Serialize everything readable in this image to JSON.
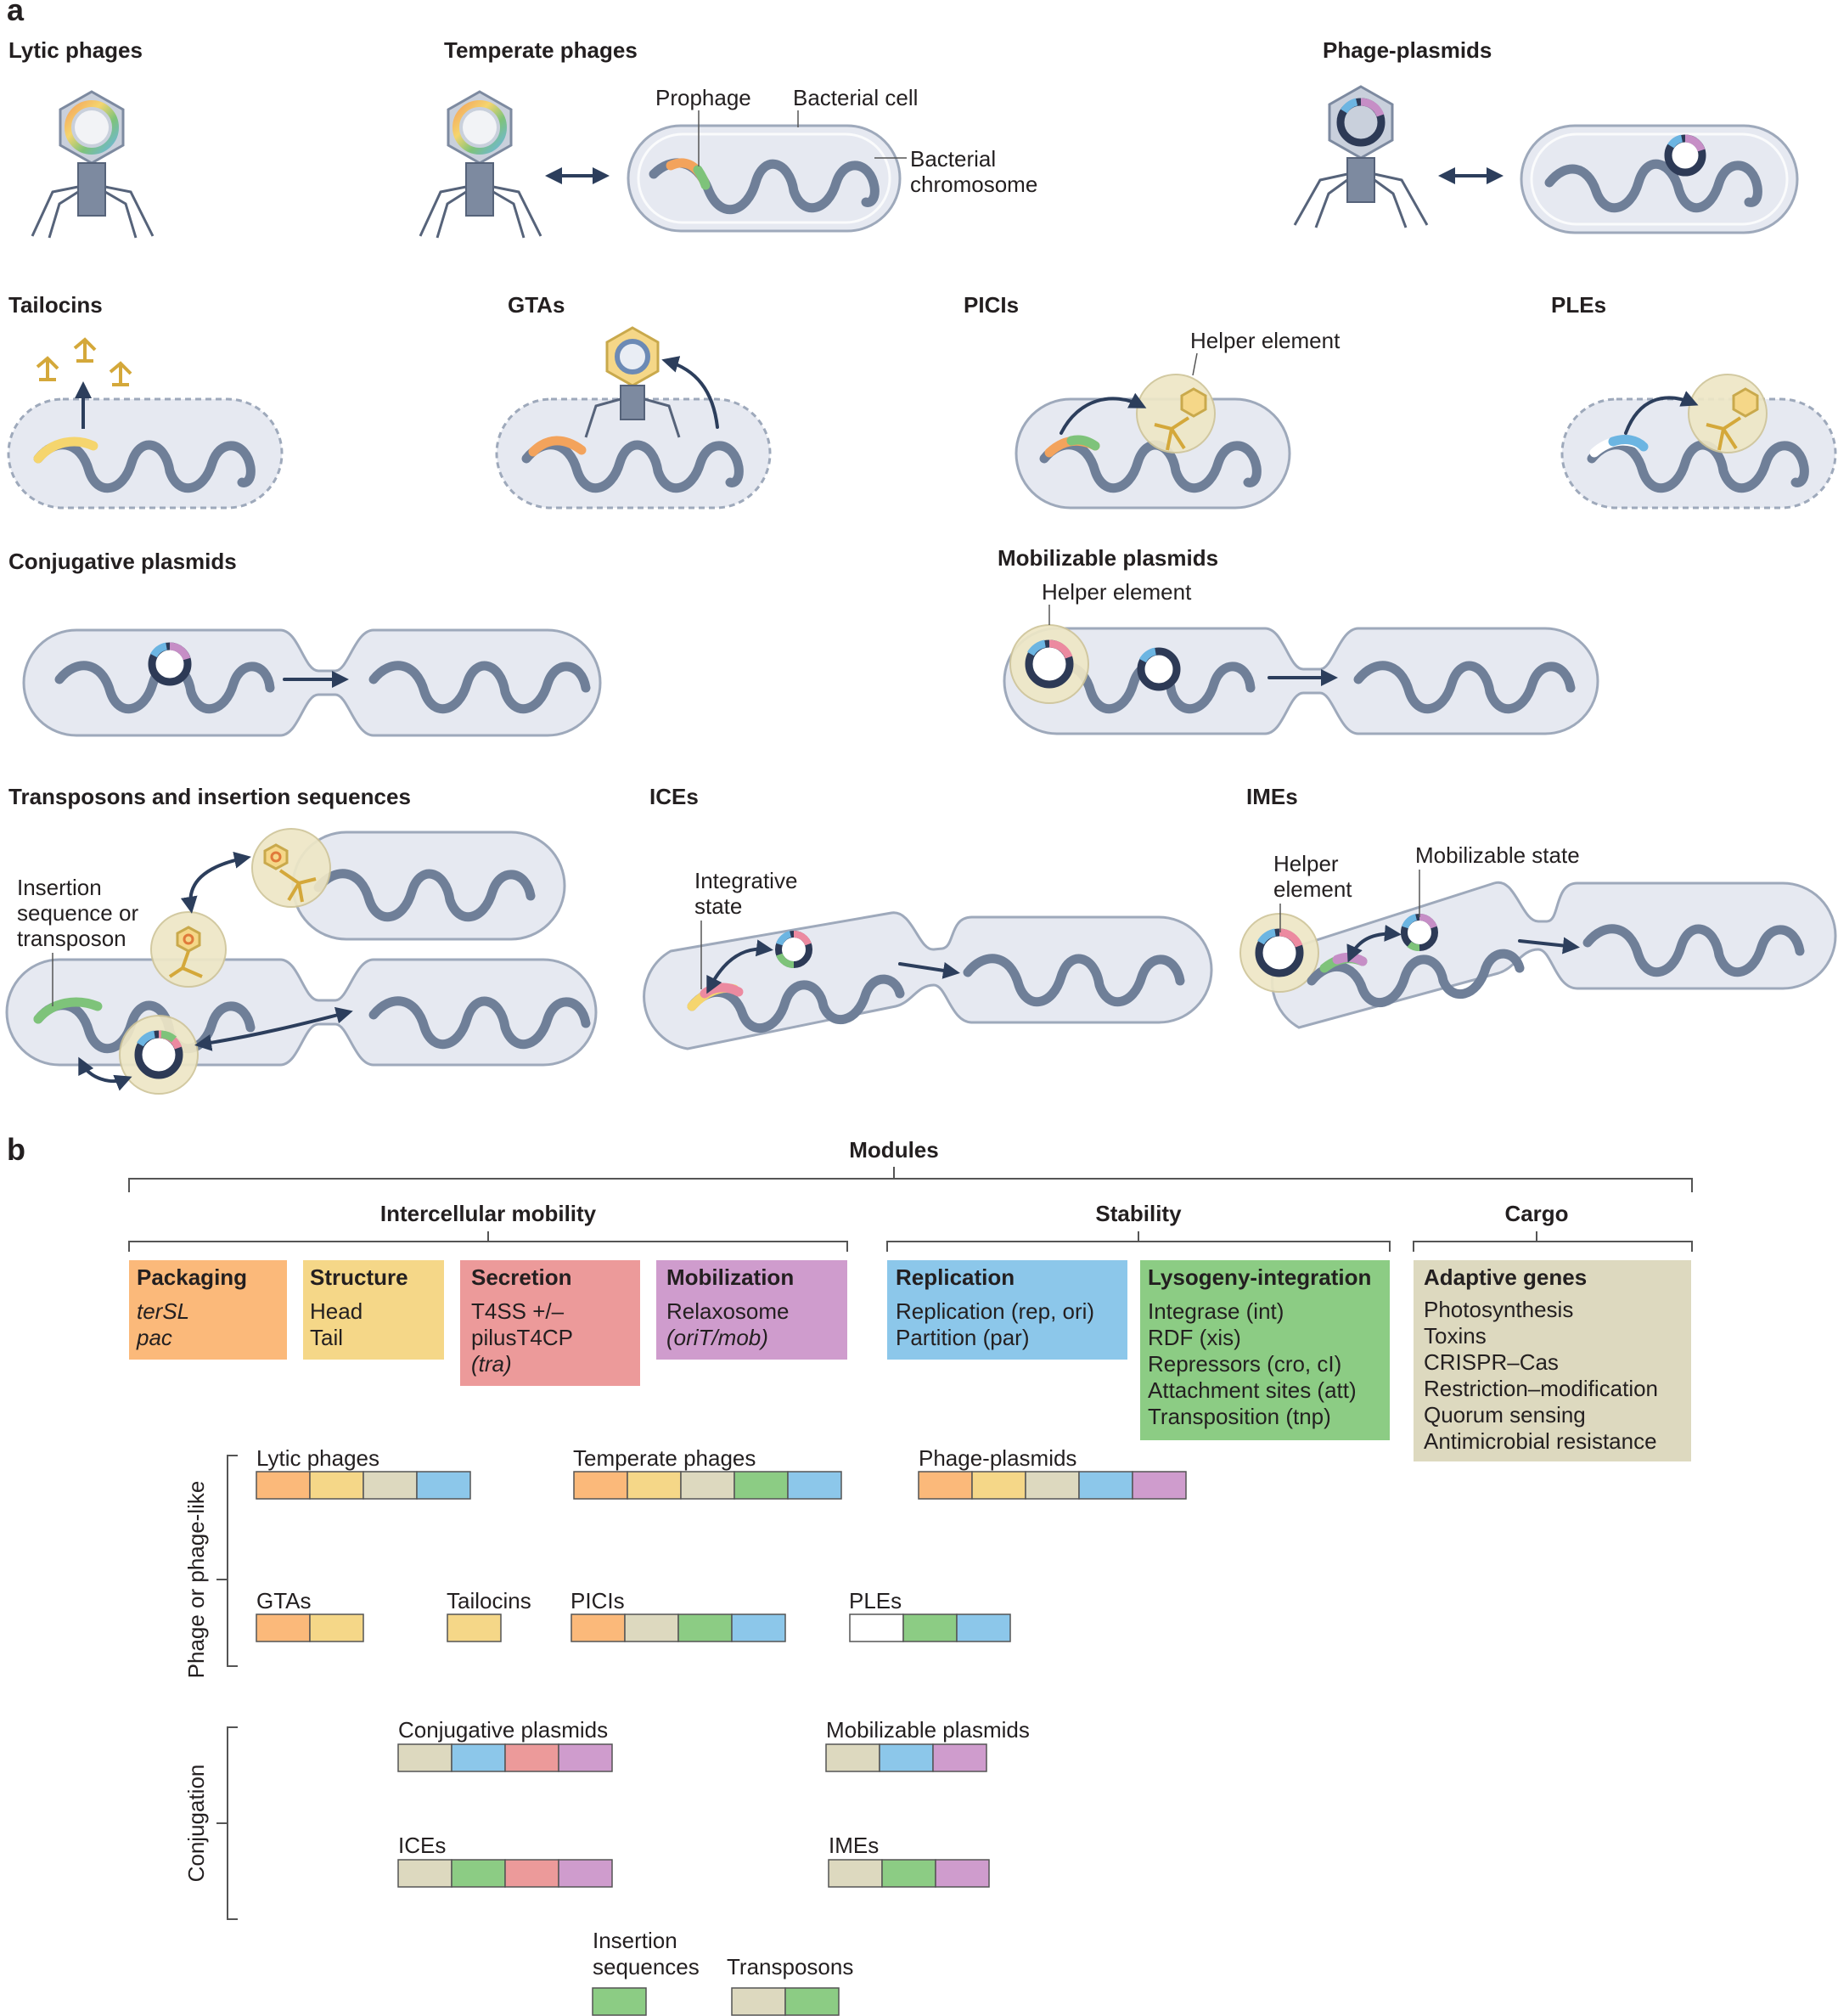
{
  "panel_a": {
    "label": "a",
    "titles": {
      "lytic_phages": "Lytic phages",
      "temperate_phages": "Temperate phages",
      "phage_plasmids": "Phage-plasmids",
      "tailocins": "Tailocins",
      "gtas": "GTAs",
      "picis": "PICIs",
      "ples": "PLEs",
      "conjugative_plasmids": "Conjugative plasmids",
      "mobilizable_plasmids": "Mobilizable plasmids",
      "transposons": "Transposons and insertion sequences",
      "ices": "ICEs",
      "imes": "IMEs"
    },
    "annotations": {
      "prophage": "Prophage",
      "bacterial_cell": "Bacterial cell",
      "bacterial_chromosome_1": "Bacterial",
      "bacterial_chromosome_2": "chromosome",
      "helper_element_picis": "Helper element",
      "helper_element_mob": "Helper element",
      "insertion_1": "Insertion",
      "insertion_2": "sequence or",
      "insertion_3": "transposon",
      "integrative_1": "Integrative",
      "integrative_2": "state",
      "ime_helper_1": "Helper",
      "ime_helper_2": "element",
      "mobilizable_state": "Mobilizable state"
    }
  },
  "panel_b": {
    "label": "b",
    "modules_title": "Modules",
    "groups": {
      "intercellular": "Intercellular mobility",
      "stability": "Stability",
      "cargo": "Cargo"
    },
    "modules": {
      "packaging": {
        "title": "Packaging",
        "lines": [
          "terSL",
          "pac"
        ],
        "color": "#fbb97a"
      },
      "structure": {
        "title": "Structure",
        "lines": [
          "Head",
          "Tail"
        ],
        "color": "#f5d788"
      },
      "secretion": {
        "title": "Secretion",
        "lines": [
          "T4SS +/–",
          "pilusT4CP",
          "(tra)"
        ],
        "color": "#ec9a9a"
      },
      "mobilization": {
        "title": "Mobilization",
        "lines": [
          "Relaxosome",
          "(oriT/mob)"
        ],
        "color": "#cf9ccd"
      },
      "replication": {
        "title": "Replication",
        "lines": [
          "Replication (rep, ori)",
          "Partition (par)"
        ],
        "color": "#8cc7ea"
      },
      "lysogeny": {
        "title": "Lysogeny-integration",
        "lines": [
          "Integrase (int)",
          "RDF (xis)",
          "Repressors (cro, cI)",
          "Attachment sites (att)",
          "Transposition (tnp)"
        ],
        "color": "#8ccc84"
      },
      "adaptive": {
        "title": "Adaptive genes",
        "lines": [
          "Photosynthesis",
          "Toxins",
          "CRISPR–Cas",
          "Restriction–modification",
          "Quorum sensing",
          "Antimicrobial resistance"
        ],
        "color": "#ddd9bf"
      }
    },
    "side_labels": {
      "phage_like": "Phage or phage-like",
      "conjugation": "Conjugation"
    },
    "elements": {
      "lytic_phages": {
        "label": "Lytic phages",
        "modules": [
          "packaging",
          "structure",
          "cargo",
          "replication"
        ]
      },
      "temperate_phages": {
        "label": "Temperate phages",
        "modules": [
          "packaging",
          "structure",
          "cargo",
          "lysogeny",
          "replication"
        ]
      },
      "phage_plasmids": {
        "label": "Phage-plasmids",
        "modules": [
          "packaging",
          "structure",
          "cargo",
          "replication",
          "mobilization"
        ]
      },
      "gtas": {
        "label": "GTAs",
        "modules": [
          "packaging",
          "structure"
        ]
      },
      "tailocins": {
        "label": "Tailocins",
        "modules": [
          "structure"
        ]
      },
      "picis": {
        "label": "PICIs",
        "modules": [
          "packaging",
          "cargo",
          "lysogeny",
          "replication"
        ]
      },
      "ples": {
        "label": "PLEs",
        "modules": [
          "empty",
          "lysogeny",
          "replication"
        ]
      },
      "conjugative_plasmids": {
        "label": "Conjugative plasmids",
        "modules": [
          "cargo",
          "replication",
          "secretion",
          "mobilization"
        ]
      },
      "mobilizable_plasmids": {
        "label": "Mobilizable plasmids",
        "modules": [
          "cargo",
          "replication",
          "mobilization"
        ]
      },
      "ices": {
        "label": "ICEs",
        "modules": [
          "cargo",
          "lysogeny",
          "secretion",
          "mobilization"
        ]
      },
      "imes": {
        "label": "IMEs",
        "modules": [
          "cargo",
          "lysogeny",
          "mobilization"
        ]
      },
      "insertion_sequences": {
        "label_1": "Insertion",
        "label_2": "sequences",
        "modules": [
          "lysogeny"
        ]
      },
      "transposons": {
        "label": "Transposons",
        "modules": [
          "cargo",
          "lysogeny"
        ]
      }
    },
    "bar_colors": {
      "packaging": "#fbb97a",
      "structure": "#f5d788",
      "cargo": "#ddd9bf",
      "replication": "#8cc7ea",
      "lysogeny": "#8ccc84",
      "secretion": "#ec9a9a",
      "mobilization": "#cf9ccd",
      "empty": "#ffffff"
    }
  }
}
